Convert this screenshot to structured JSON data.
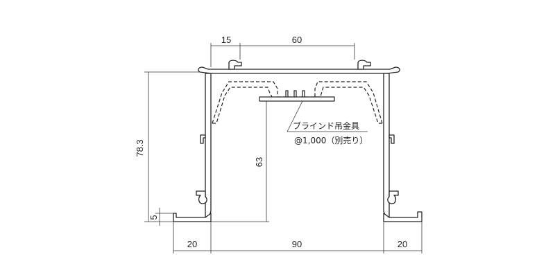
{
  "dimensions": {
    "top_left_flange": "15",
    "top_span": "60",
    "overall_height": "78.3",
    "bottom_lip": "5",
    "hanger_height": "63",
    "bottom_left": "20",
    "bottom_middle": "90",
    "bottom_right": "20"
  },
  "annotation": {
    "line1": "ブラインド吊金具",
    "line2": "@1,000（別売り）"
  }
}
